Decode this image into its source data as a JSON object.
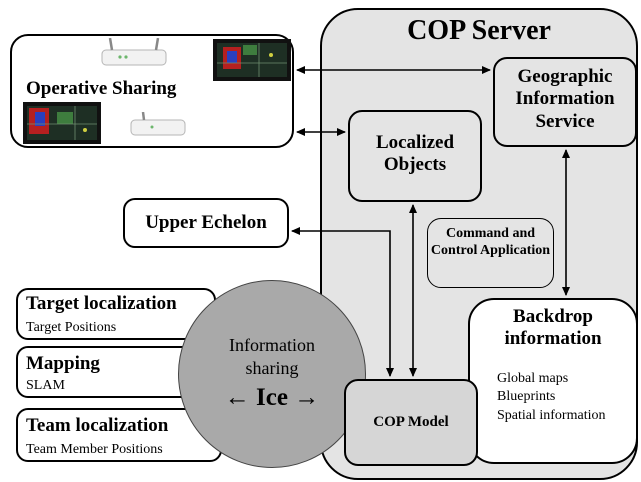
{
  "server": {
    "title": "COP Server"
  },
  "nodes": {
    "gis": "Geographic Information Service",
    "localized": "Localized Objects",
    "command": "Command and Control Application",
    "backdrop": "Backdrop information",
    "model": "COP Model",
    "operative": "Operative Sharing",
    "upper": "Upper Echelon"
  },
  "backdrop_items": [
    "Global maps",
    "Blueprints",
    "Spatial information"
  ],
  "sources": [
    {
      "title": "Target localization",
      "subtitle": "Target Positions"
    },
    {
      "title": "Mapping",
      "subtitle": "SLAM"
    },
    {
      "title": "Team localization",
      "subtitle": "Team Member Positions"
    }
  ],
  "circle": {
    "line1": "Information",
    "line2": "sharing",
    "ice": "← Ice →"
  }
}
